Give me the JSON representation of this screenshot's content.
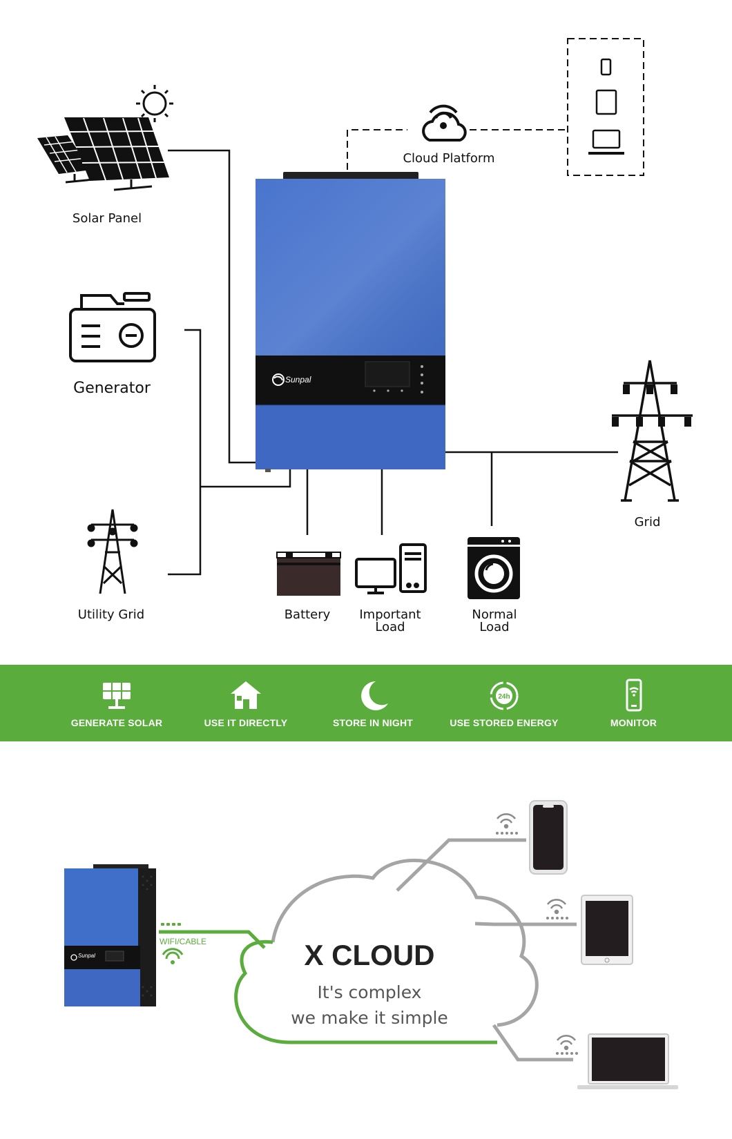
{
  "diagram": {
    "labels": {
      "solar_panel": "Solar Panel",
      "generator": "Generator",
      "utility_grid": "Utility Grid",
      "cloud_platform": "Cloud Platform",
      "grid": "Grid",
      "battery": "Battery",
      "important_load": "Important Load",
      "normal_load": "Normal Load"
    },
    "inverter_brand": "Sunpal"
  },
  "features": [
    {
      "label": "GENERATE SOLAR",
      "icon": "solar-panel-icon"
    },
    {
      "label": "USE IT DIRECTLY",
      "icon": "house-icon"
    },
    {
      "label": "STORE IN NIGHT",
      "icon": "moon-icon"
    },
    {
      "label": "USE STORED ENERGY",
      "icon": "cycle-24h-icon"
    },
    {
      "label": "MONITOR",
      "icon": "phone-wifi-icon"
    }
  ],
  "xcloud": {
    "title": "X CLOUD",
    "line1": "It's complex",
    "line2": "we make it simple",
    "connection_label": "WIFI/CABLE",
    "inverter_brand": "Sunpal"
  },
  "colors": {
    "inverter_blue": "#3f6fc9",
    "band_green": "#5aac3c",
    "cloud_gray": "#a5a5a5"
  }
}
